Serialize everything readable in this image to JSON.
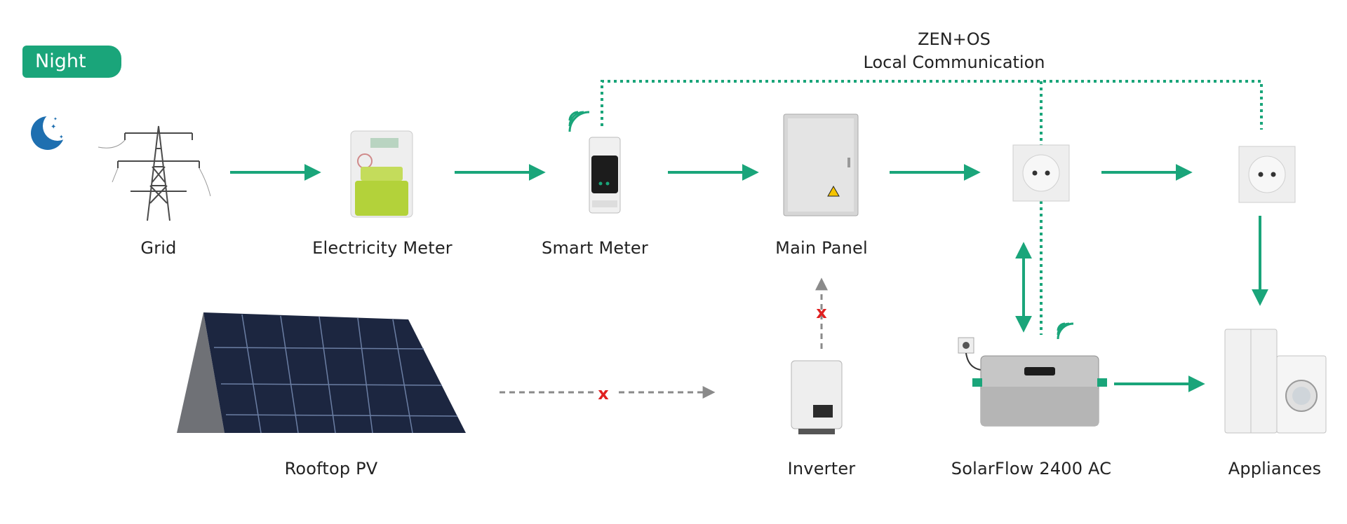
{
  "mode_badge": "Night",
  "communication": {
    "line1": "ZEN+OS",
    "line2": "Local Communication"
  },
  "devices": {
    "grid": "Grid",
    "electricity_meter": "Electricity Meter",
    "smart_meter": "Smart Meter",
    "main_panel": "Main Panel",
    "rooftop_pv": "Rooftop PV",
    "inverter": "Inverter",
    "solarflow": "SolarFlow 2400 AC",
    "appliances": "Appliances"
  },
  "blocked_marker": "x",
  "colors": {
    "accent": "#1aa57a",
    "blocked": "#e02020",
    "inactive": "#8a8a8a",
    "moon": "#1e6fb0"
  }
}
